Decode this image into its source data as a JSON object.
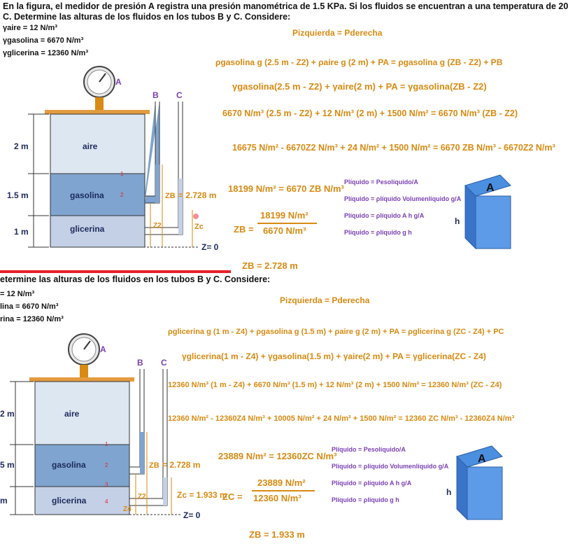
{
  "header": {
    "line1": "En la figura, el medidor de presión A registra una presión manométrica de 1.5 KPa. Si los fluidos se encuentran a una temperatura de 20",
    "line2": "C. Determine las alturas de los fluidos en los tubos B y C. Considere:",
    "line1_cut": "etermine las alturas de los fluidos en los tubos B y C. Considere:"
  },
  "given": {
    "aire": "γaire = 12 N/m³",
    "gasolina": "γgasolina = 6670 N/m³",
    "glicerina": "γglicerina = 12360 N/m³",
    "aire_cut": "= 12 N/m³",
    "gasolina_cut": "lina = 6670 N/m³",
    "glicerina_cut": "rina = 12360 N/m³"
  },
  "figure": {
    "gauge_label": "A",
    "tube_b": "B",
    "tube_c": "C",
    "layer_air": "aire",
    "layer_gas": "gasolina",
    "layer_gly": "glicerina",
    "h_air": "2 m",
    "h_gas": "1.5 m",
    "h_gly": "1 m",
    "h_air_cut": "2 m",
    "h_gas_cut": "5 m",
    "h_gly_cut": "m",
    "zb_label": "ZB",
    "zb_value": "= 2.728 m",
    "zc_label": "Zc",
    "zc_value": "Zc = 1.933 m",
    "z2": "Z2",
    "z4": "Z4",
    "zero": "Z= 0",
    "pt1": "1",
    "pt2": "2",
    "pt3": "3",
    "pt4": "4"
  },
  "top_equations": {
    "balance": "Pizquierda = Pderecha",
    "e1": "ρgasolina g (2.5 m - Z2) + ρaire g (2 m) + PA = ρgasolina g (ZB - Z2) + PB",
    "e2": "γgasolina(2.5 m - Z2) + γaire(2 m) + PA = γgasolina(ZB - Z2)",
    "e3": "6670 N/m³ (2.5 m - Z2) + 12 N/m³ (2 m) + 1500 N/m² = 6670 N/m³ (ZB - Z2)",
    "e4": "16675 N/m² - 6670Z2 N/m³ + 24 N/m² + 1500 N/m² = 6670 ZB N/m³ - 6670Z2 N/m³",
    "e5": "18199 N/m² = 6670 ZB N/m³",
    "e6_num": "18199 N/m²",
    "e6_den": "6670 N/m³",
    "e6_lhs": "ZB =",
    "result": "ZB = 2.728 m"
  },
  "bottom_equations": {
    "balance": "Pizquierda = Pderecha",
    "e1": "ρglicerina g (1 m - Z4) + ρgasolina g (1.5 m) + ρaire g (2 m) + PA = ρglicerina g (ZC - Z4) + PC",
    "e2": "γglicerina(1 m - Z4) + γgasolina(1.5 m) + γaire(2 m) + PA = γglicerina(ZC - Z4)",
    "e3": "12360 N/m³ (1 m - Z4) + 6670 N/m³ (1.5 m) + 12 N/m³ (2 m) + 1500 N/m² = 12360 N/m³ (ZC - Z4)",
    "e4": "12360 N/m² - 12360Z4 N/m³ + 10005 N/m² + 24 N/m² + 1500 N/m² = 12360 ZC N/m³ - 12360Z4 N/m³",
    "e5": "23889 N/m² = 12360ZC N/m³",
    "e6_num": "23889 N/m²",
    "e6_den": "12360 N/m³",
    "e6_lhs": "ZC =",
    "result": "ZB = 1.933 m"
  },
  "pressure_notes": {
    "n1_lhs": "Plíquido =",
    "n1_num": "Pesolíquido",
    "n1_den": "A",
    "n2_num": "ρlíquido Volumenlíquido g",
    "n2_den": "A",
    "n3_num": "ρlíquido A h g",
    "n3_den": "A",
    "n4": "Plíquido = ρlíquido g h",
    "box_top": "A",
    "box_h": "h"
  }
}
